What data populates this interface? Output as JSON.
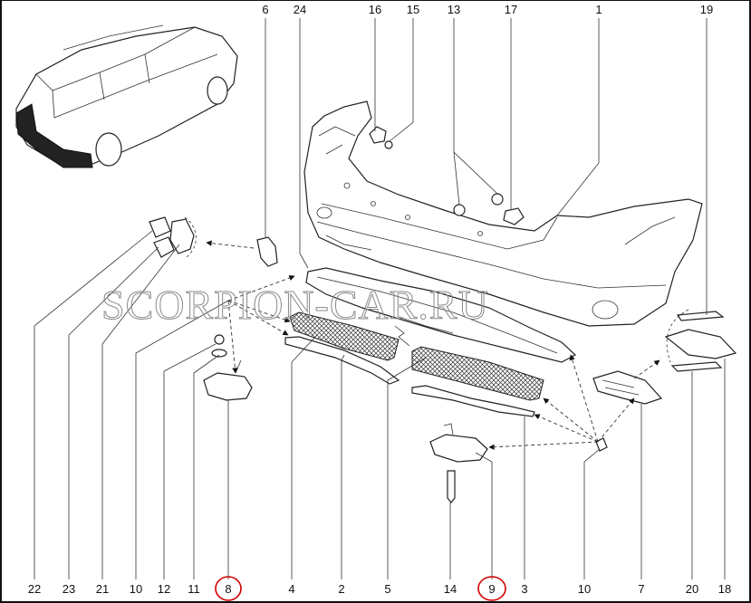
{
  "watermark": "SCORPION-CAR.RU",
  "top_labels": [
    "6",
    "24",
    "16",
    "15",
    "13",
    "17",
    "1",
    "19"
  ],
  "bottom_labels": [
    "22",
    "23",
    "21",
    "10",
    "12",
    "11",
    "8",
    "4",
    "2",
    "5",
    "14",
    "9",
    "3",
    "10",
    "7",
    "20",
    "18"
  ],
  "highlighted_labels": [
    "8",
    "9"
  ],
  "colors": {
    "line": "#222222",
    "highlight": "#d00000",
    "watermark": "#8a8a8a"
  }
}
